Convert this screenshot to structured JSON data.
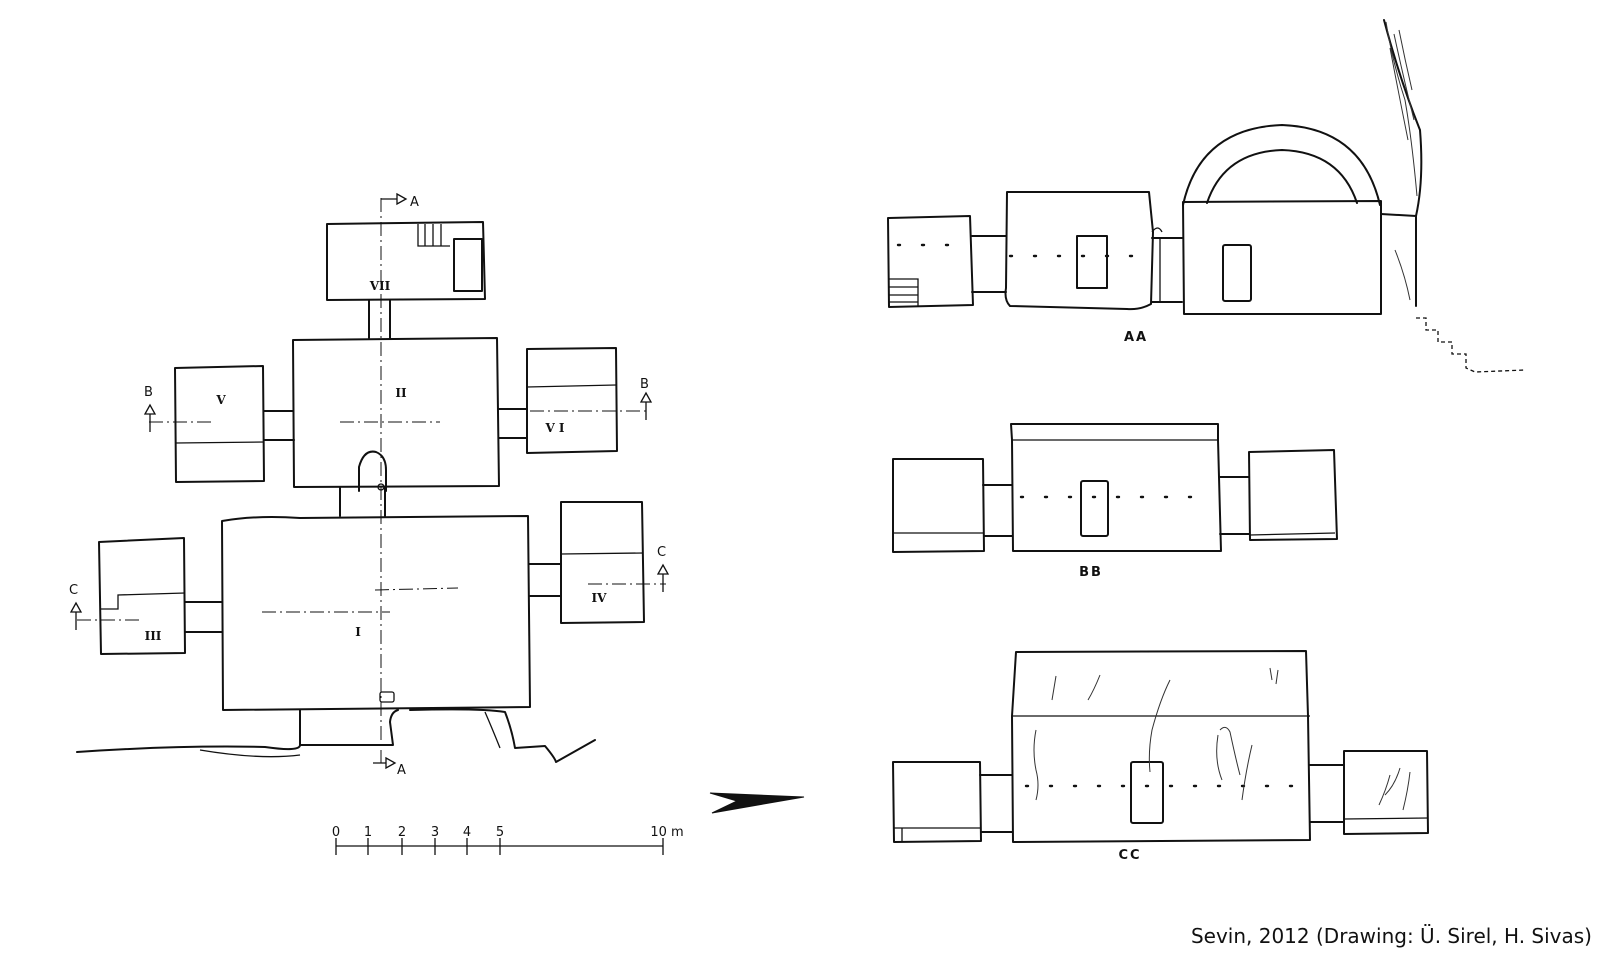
{
  "plan": {
    "rooms": {
      "i": "I",
      "ii": "II",
      "iii": "III",
      "iv": "IV",
      "v": "V",
      "vi": "V I",
      "vii": "VII"
    },
    "markers": {
      "a": "A",
      "b": "B",
      "c": "C"
    },
    "scale": {
      "labels": [
        "0",
        "1",
        "2",
        "3",
        "4",
        "5",
        "10 m"
      ]
    }
  },
  "sections": {
    "aa": "AA",
    "bb": "BB",
    "cc": "CC"
  },
  "caption": "Sevin, 2012 (Drawing: Ü. Sirel, H. Sivas)"
}
